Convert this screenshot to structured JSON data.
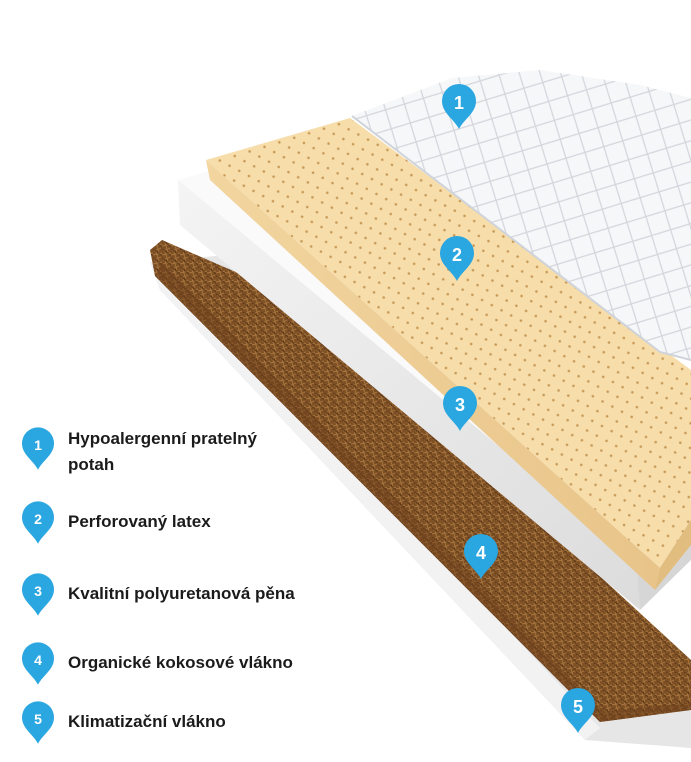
{
  "colors": {
    "pin": "#2aa6e0",
    "cover": "#f4f5f7",
    "latex": "#f5dcaa",
    "foam": "#ececec",
    "coconut": "#8a5a2b",
    "fiber": "#e9e9e9"
  },
  "layers": [
    {
      "number": "1",
      "label": "Hypoalergenní pratelný potah",
      "lines": [
        "Hypoalergenní pratelný",
        "potah"
      ]
    },
    {
      "number": "2",
      "label": "Perforovaný latex",
      "lines": [
        "Perforovaný latex"
      ]
    },
    {
      "number": "3",
      "label": "Kvalitní polyuretanová pěna",
      "lines": [
        "Kvalitní polyuretanová pěna"
      ]
    },
    {
      "number": "4",
      "label": "Organické kokosové vlákno",
      "lines": [
        "Organické kokosové vlákno"
      ]
    },
    {
      "number": "5",
      "label": "Klimatizační vlákno",
      "lines": [
        "Klimatizační vlákno"
      ]
    }
  ]
}
